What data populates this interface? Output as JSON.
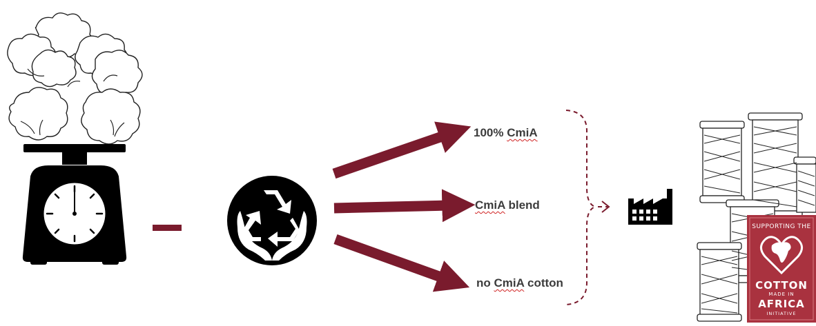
{
  "diagram": {
    "outputs": [
      {
        "prefix": "100% ",
        "term": "CmiA",
        "suffix": ""
      },
      {
        "prefix": "",
        "term": "CmiA",
        "suffix": " blend"
      },
      {
        "prefix": "no ",
        "term": "CmiA",
        "suffix": " cotton"
      }
    ],
    "badge": {
      "line1": "SUPPORTING THE",
      "line2": "COTTON",
      "line3": "MADE IN",
      "line4": "AFRICA",
      "line5": "INITIATIVE"
    },
    "colors": {
      "accent": "#7a1b2d",
      "badge": "#a9323f",
      "ink": "#000000",
      "text": "#3c3c3c"
    },
    "icons": [
      "cotton-bolls-icon",
      "weighing-scale-icon",
      "recycle-hands-icon",
      "factory-icon",
      "thread-spools-icon",
      "africa-heart-icon"
    ]
  }
}
